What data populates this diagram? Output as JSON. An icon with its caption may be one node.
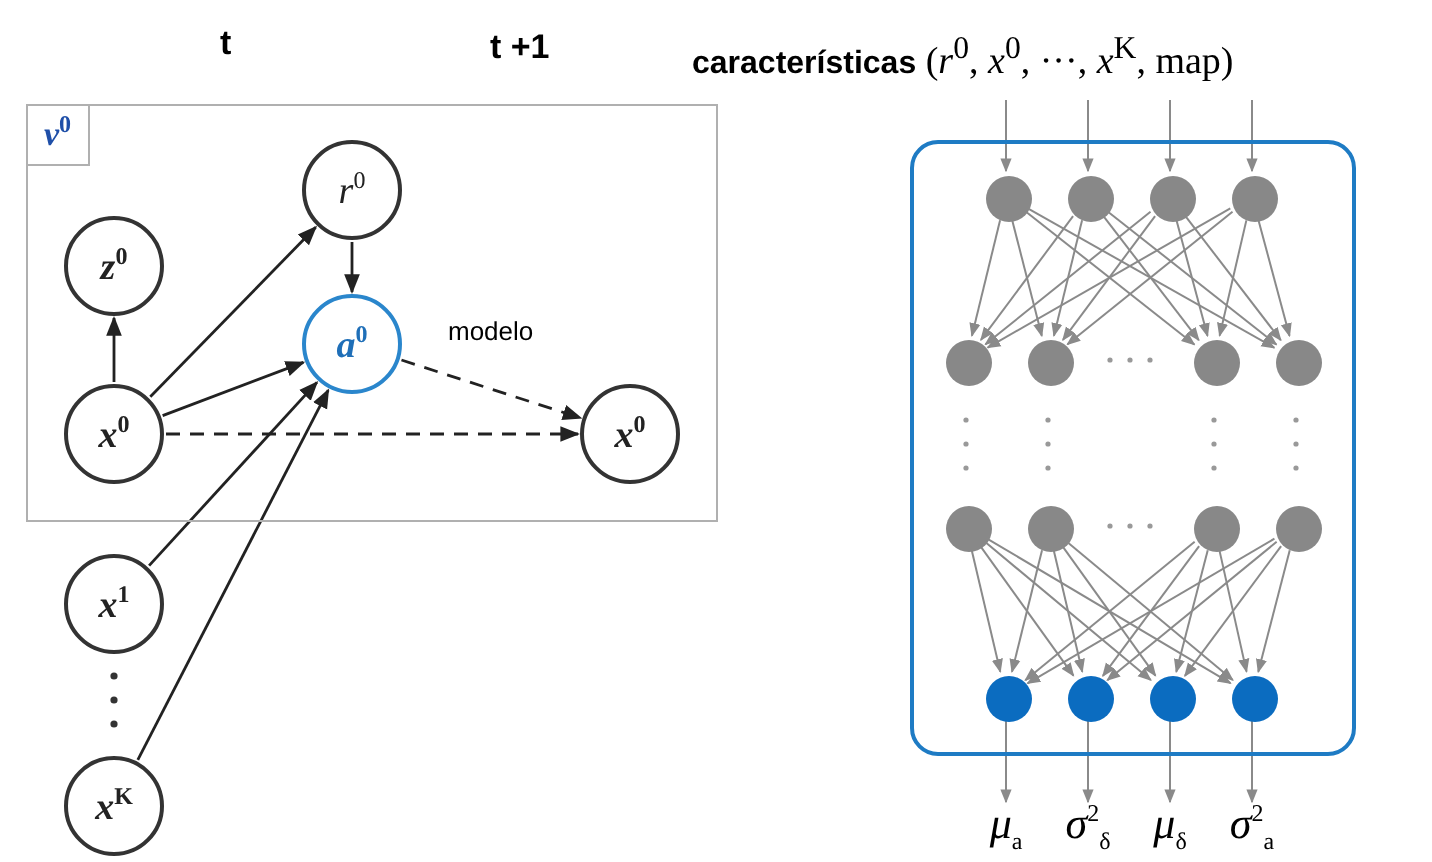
{
  "diagram": {
    "nodes": [
      {
        "text": [
          "v$^{0}$"
        ]
      },
      {
        "text": [
          "r$^{0}$"
        ],
        "in": 0
      },
      {
        "text": [
          "z$^{0}$"
        ],
        "in": 0
      },
      {
        "text": [
          "a$^{0}$"
        ],
        "in": 0
      },
      {
        "text": [
          "x$^{0}$"
        ],
        "in": 0
      },
      {
        "text": [
          "x$^{0}$"
        ],
        "in": 0
      },
      {
        "text": [
          "x$^{1}$"
        ]
      },
      {
        "text": [
          "x$^{K}$"
        ]
      },
      {
        "text": [],
        "shape": "box"
      },
      {
        "text": [],
        "shape": "circle",
        "in": 8
      },
      {
        "text": [],
        "shape": "circle",
        "in": 8
      },
      {
        "text": [],
        "shape": "circle",
        "in": 8
      },
      {
        "text": [],
        "shape": "circle",
        "in": 8
      },
      {
        "text": [],
        "shape": "circle",
        "in": 8
      },
      {
        "text": [],
        "shape": "circle",
        "in": 8
      },
      {
        "text": [],
        "shape": "circle",
        "in": 8
      },
      {
        "text": [],
        "shape": "circle",
        "in": 8
      },
      {
        "text": [],
        "shape": "circle",
        "in": 8
      },
      {
        "text": [],
        "shape": "circle",
        "in": 8
      },
      {
        "text": [],
        "shape": "circle",
        "in": 8
      },
      {
        "text": [],
        "shape": "circle",
        "in": 8
      },
      {
        "text": [],
        "shape": "circle",
        "in": 8
      },
      {
        "text": [],
        "shape": "circle",
        "in": 8
      },
      {
        "text": [],
        "shape": "circle",
        "in": 8
      },
      {
        "text": [],
        "shape": "circle",
        "in": 8
      },
      {
        "text": [
          "μ$_{a}$"
        ]
      },
      {
        "text": [
          "σ$^{2}$$_{δ}$"
        ]
      },
      {
        "text": [
          "μ$_{δ}$"
        ]
      },
      {
        "text": [
          "σ$^{2}$$_{a}$"
        ]
      }
    ],
    "edges": [
      {
        "from": 4,
        "to": 2,
        "arrow": "to",
        "color": "#222222"
      },
      {
        "from": 4,
        "to": 1,
        "arrow": "to",
        "color": "#222222"
      },
      {
        "from": 1,
        "to": 3,
        "arrow": "to",
        "color": "#222222"
      },
      {
        "from": 4,
        "to": 3,
        "arrow": "to",
        "color": "#222222"
      },
      {
        "from": 6,
        "to": 3,
        "arrow": "to",
        "color": "#222222"
      },
      {
        "from": 7,
        "to": 3,
        "arrow": "to",
        "color": "#222222"
      },
      {
        "from": 3,
        "to": 5,
        "arrow": "to",
        "style": "dashed",
        "label": "modelo",
        "color": "#222222"
      },
      {
        "from": 4,
        "to": 5,
        "arrow": "to",
        "style": "dashed",
        "color": "#222222"
      },
      {
        "from": null,
        "to": 9,
        "arrow": "to"
      },
      {
        "from": null,
        "to": 10,
        "arrow": "to"
      },
      {
        "from": null,
        "to": 11,
        "arrow": "to"
      },
      {
        "from": null,
        "to": 12,
        "arrow": "to"
      },
      {
        "from": 9,
        "to": 13,
        "arrow": "to"
      },
      {
        "from": 9,
        "to": 14,
        "arrow": "to"
      },
      {
        "from": 9,
        "to": 15,
        "arrow": "to"
      },
      {
        "from": 9,
        "to": 16,
        "arrow": "to"
      },
      {
        "from": 10,
        "to": 13,
        "arrow": "to"
      },
      {
        "from": 10,
        "to": 14,
        "arrow": "to"
      },
      {
        "from": 10,
        "to": 15,
        "arrow": "to"
      },
      {
        "from": 10,
        "to": 16,
        "arrow": "to"
      },
      {
        "from": 11,
        "to": 13,
        "arrow": "to"
      },
      {
        "from": 11,
        "to": 14,
        "arrow": "to"
      },
      {
        "from": 11,
        "to": 15,
        "arrow": "to"
      },
      {
        "from": 11,
        "to": 16,
        "arrow": "to"
      },
      {
        "from": 12,
        "to": 13,
        "arrow": "to"
      },
      {
        "from": 12,
        "to": 14,
        "arrow": "to"
      },
      {
        "from": 12,
        "to": 15,
        "arrow": "to"
      },
      {
        "from": 12,
        "to": 16,
        "arrow": "to"
      },
      {
        "from": 17,
        "to": 21,
        "arrow": "to"
      },
      {
        "from": 17,
        "to": 22,
        "arrow": "to"
      },
      {
        "from": 17,
        "to": 23,
        "arrow": "to"
      },
      {
        "from": 17,
        "to": 24,
        "arrow": "to"
      },
      {
        "from": 18,
        "to": 21,
        "arrow": "to"
      },
      {
        "from": 18,
        "to": 22,
        "arrow": "to"
      },
      {
        "from": 18,
        "to": 23,
        "arrow": "to"
      },
      {
        "from": 18,
        "to": 24,
        "arrow": "to"
      },
      {
        "from": 19,
        "to": 21,
        "arrow": "to"
      },
      {
        "from": 19,
        "to": 22,
        "arrow": "to"
      },
      {
        "from": 19,
        "to": 23,
        "arrow": "to"
      },
      {
        "from": 19,
        "to": 24,
        "arrow": "to"
      },
      {
        "from": 20,
        "to": 21,
        "arrow": "to"
      },
      {
        "from": 20,
        "to": 22,
        "arrow": "to"
      },
      {
        "from": 20,
        "to": 23,
        "arrow": "to"
      },
      {
        "from": 20,
        "to": 24,
        "arrow": "to"
      },
      {
        "from": 21,
        "to": 25,
        "arrow": "to"
      },
      {
        "from": 22,
        "to": 26,
        "arrow": "to"
      },
      {
        "from": 23,
        "to": 27,
        "arrow": "to"
      },
      {
        "from": 24,
        "to": 28,
        "arrow": "to"
      }
    ],
    "labels": [
      "t",
      "t +1",
      "**características** (*r*$^{0}$, *x*$^{0}$, ···, *x*$^{K}$, map)"
    ]
  }
}
